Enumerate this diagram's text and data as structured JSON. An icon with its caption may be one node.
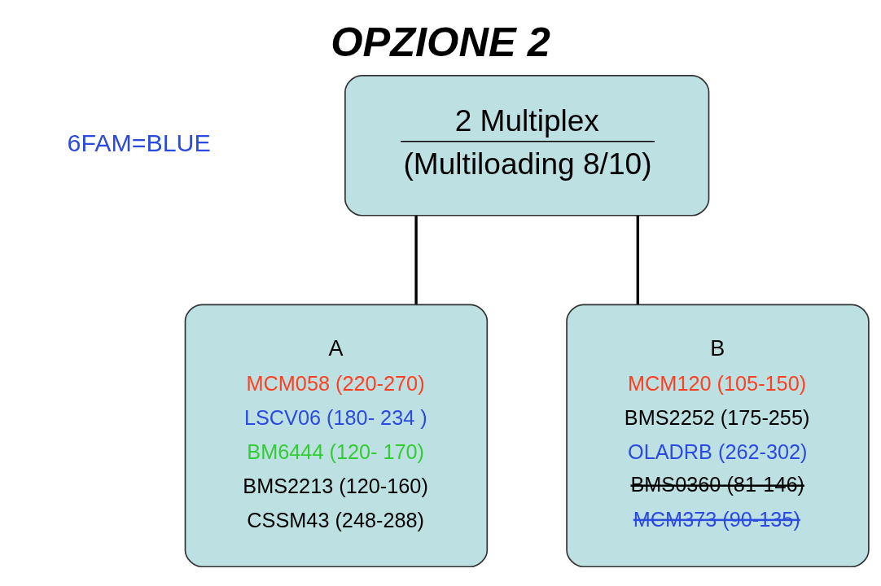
{
  "diagram": {
    "title": "OPZIONE 2",
    "nodes": [
      {
        "text": [
          "2 Multiplex",
          "(Multiloading 8/10)"
        ]
      },
      {
        "text": [
          "A",
          "MCM058 (220-270)",
          "LSCV06 (180- 234 )",
          "BM6444 (120- 170)",
          "BMS2213 (120-160)",
          "CSSM43 (248-288)"
        ]
      },
      {
        "text": [
          "B",
          "MCM120 (105-150)",
          "BMS2252 (175-255)",
          "OLADRB (262-302)",
          "BMS0360 (81-146)",
          "MCM373 (90-135)"
        ]
      }
    ],
    "edges": [
      {
        "from": 0,
        "to": 1,
        "arrow": "none"
      },
      {
        "from": 0,
        "to": 2,
        "arrow": "none"
      }
    ],
    "legend": [
      {
        "text": "6FAM=BLUE",
        "color": "#2a4ae0"
      }
    ]
  }
}
